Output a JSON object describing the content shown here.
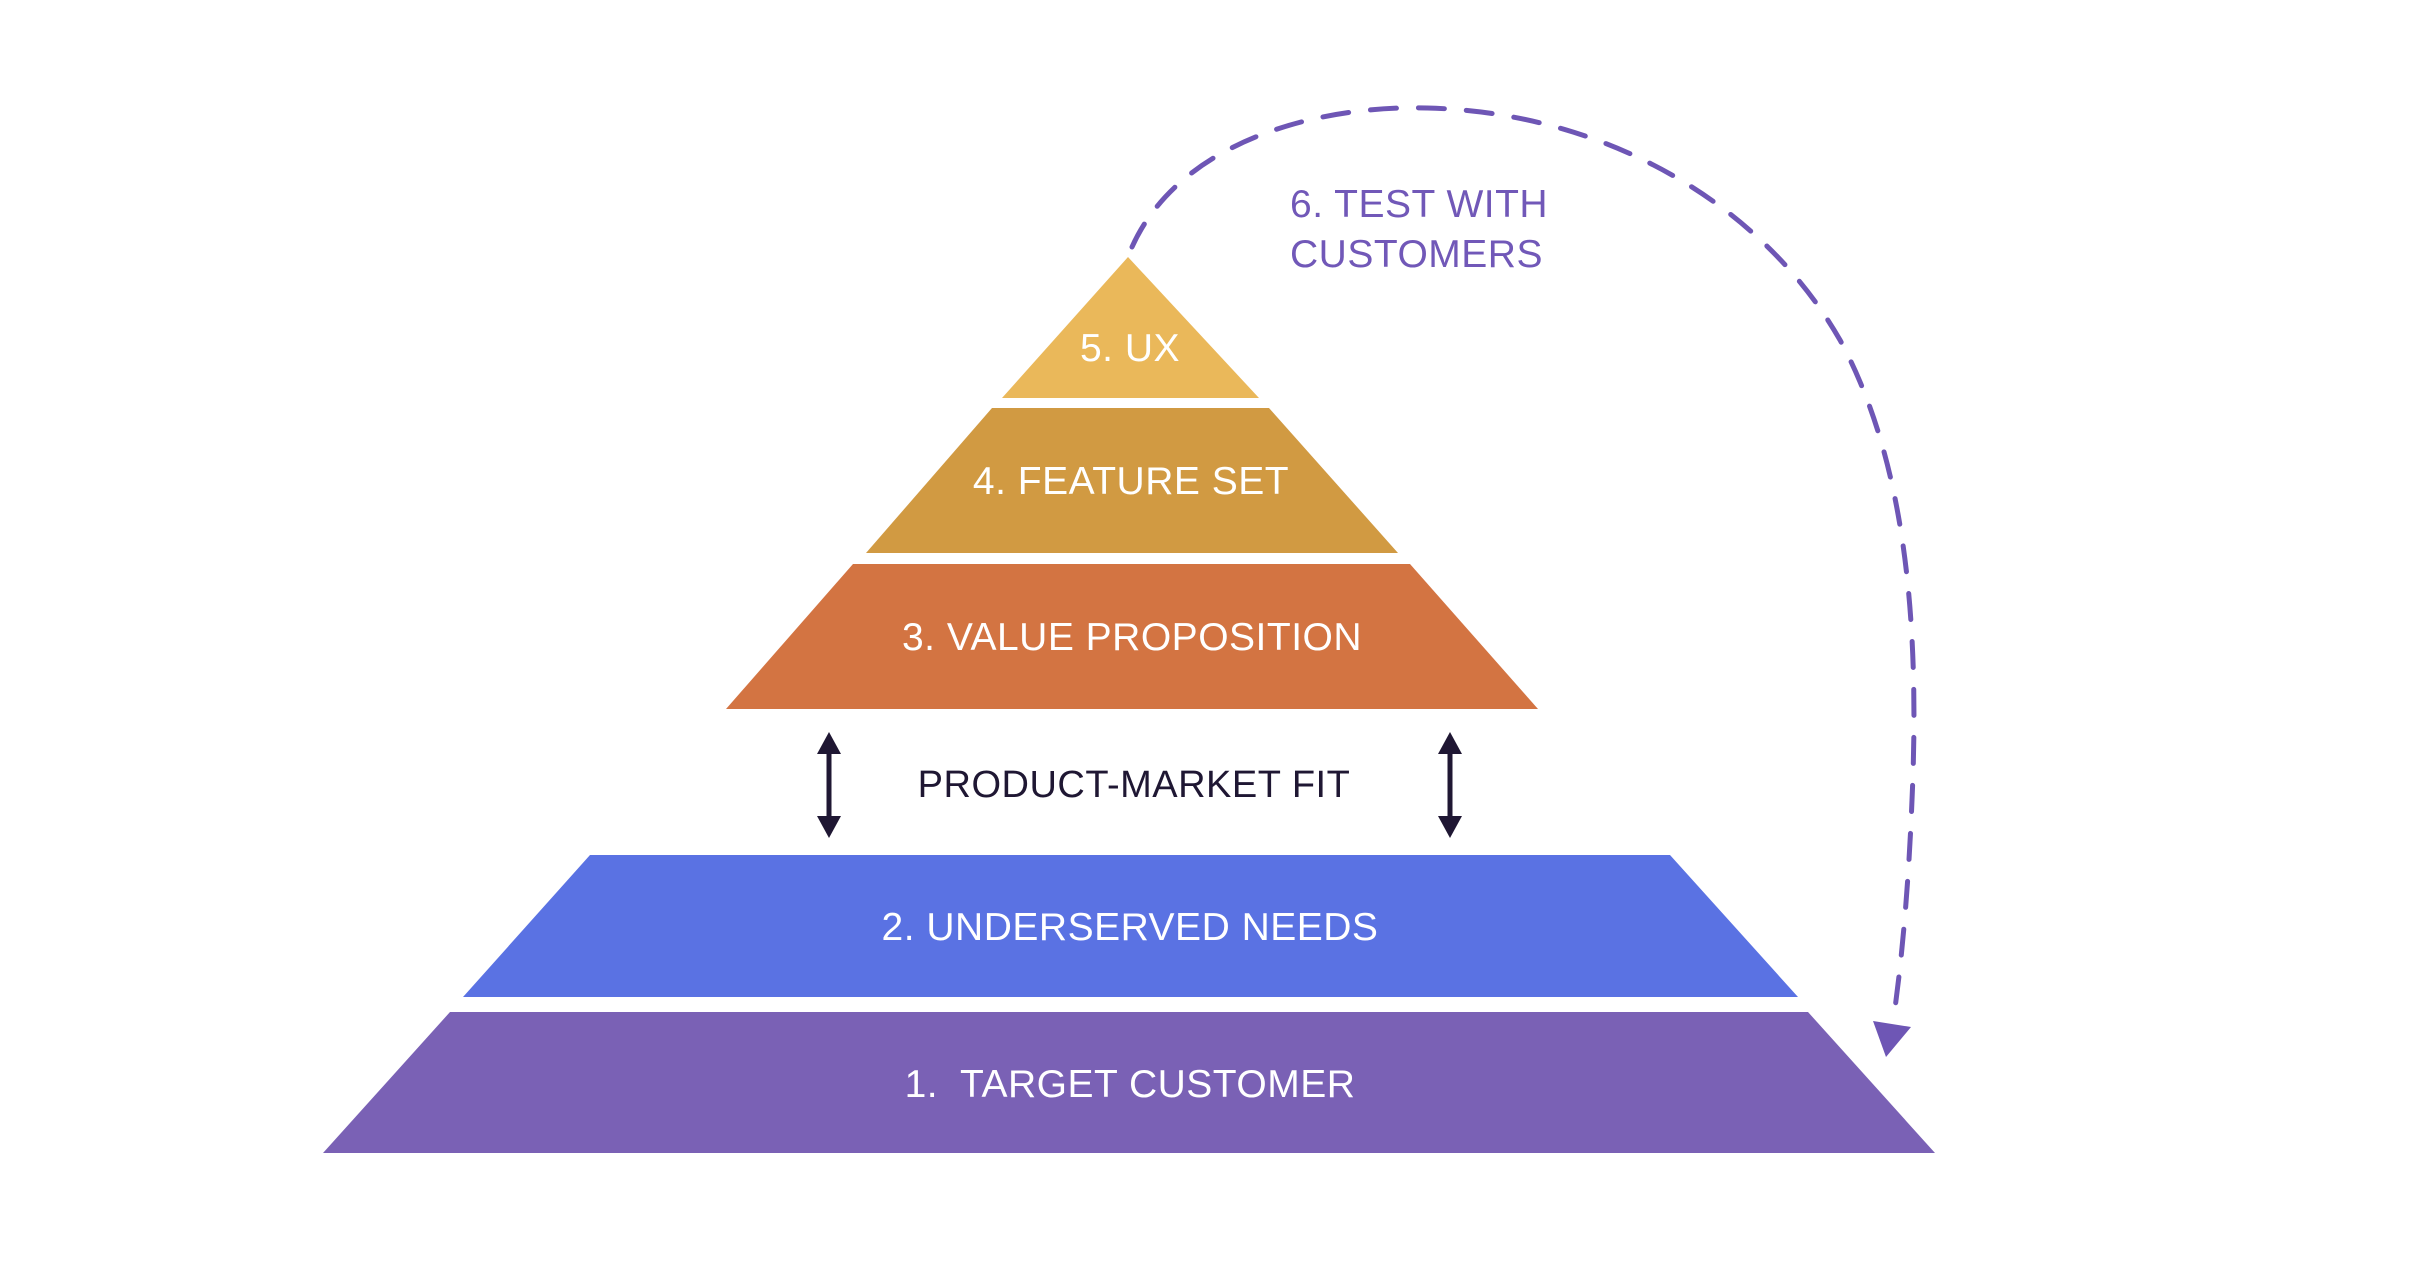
{
  "diagram": {
    "type": "product-market-fit-pyramid",
    "layers": [
      {
        "id": 5,
        "label": "5. UX",
        "color": "#EAB85A"
      },
      {
        "id": 4,
        "label": "4. FEATURE SET",
        "color": "#D19A42"
      },
      {
        "id": 3,
        "label": "3. VALUE PROPOSITION",
        "color": "#D37442"
      },
      {
        "id": 2,
        "label": "2. UNDERSERVED NEEDS",
        "color": "#5A72E3"
      },
      {
        "id": 1,
        "label": "1.  TARGET CUSTOMER",
        "color": "#7A61B5"
      }
    ],
    "divider": {
      "label": "PRODUCT-MARKET FIT",
      "arrow_color": "#1F1733",
      "icons": [
        "double-arrow-vertical-icon",
        "double-arrow-vertical-icon"
      ]
    },
    "feedback_loop": {
      "label_lines": [
        "6. TEST WITH",
        "CUSTOMERS"
      ],
      "color": "#6E56B5",
      "style": "dashed",
      "from": "5. UX",
      "to": "1.  TARGET CUSTOMER"
    },
    "background": "#FFFFFF"
  }
}
